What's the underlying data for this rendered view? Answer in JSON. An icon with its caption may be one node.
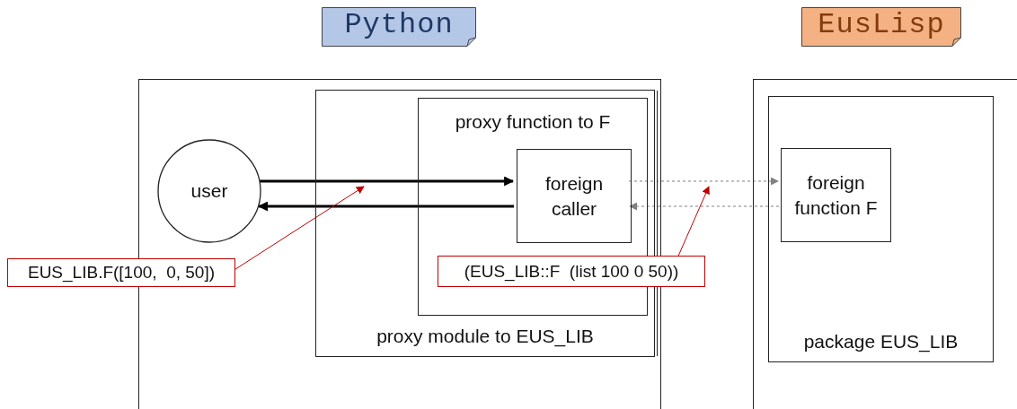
{
  "diagram": {
    "nodes": [
      {
        "text": [
          "Python"
        ]
      },
      {
        "text": [
          "EusLisp"
        ]
      },
      {
        "text": [],
        "shape": "box"
      },
      {
        "text": [
          "proxy module to EUS_LIB"
        ],
        "in": 2
      },
      {
        "text": [
          "proxy function to F"
        ],
        "in": 3
      },
      {
        "text": [
          "user"
        ],
        "in": 2
      },
      {
        "text": [
          "foreign caller"
        ],
        "in": 4
      },
      {
        "text": [],
        "shape": "box"
      },
      {
        "text": [
          "package EUS_LIB"
        ],
        "in": 7
      },
      {
        "text": [
          "foreign function F"
        ],
        "in": 8
      },
      {
        "text": [
          "EUS_LIB.F([100,  0, 50])"
        ]
      },
      {
        "text": [
          "(EUS_LIB::F  (list 100 0 50))"
        ]
      }
    ],
    "edges": [
      {
        "from": 5,
        "to": 6,
        "arrow": "to",
        "style": "thick"
      },
      {
        "from": 6,
        "to": 5,
        "arrow": "to",
        "style": "thick"
      },
      {
        "from": 6,
        "to": 9,
        "arrow": "to",
        "style": "dashed",
        "color": "#808080"
      },
      {
        "from": 9,
        "to": 6,
        "arrow": "to",
        "style": "dashed",
        "color": "#808080"
      },
      {
        "from": 10,
        "to": null,
        "arrow": "to",
        "color": "#c00000"
      },
      {
        "from": 11,
        "to": null,
        "arrow": "to",
        "color": "#c00000"
      }
    ]
  }
}
